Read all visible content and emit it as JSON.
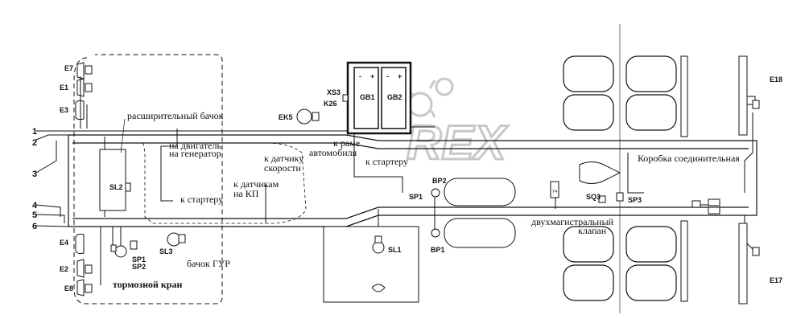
{
  "wires": [
    "1",
    "2",
    "3",
    "4",
    "5",
    "6"
  ],
  "left_components": {
    "e7": "E7",
    "e1": "E1",
    "e3": "E3",
    "ek5": "EK5",
    "e4": "E4",
    "e2": "E2",
    "e8": "E8",
    "sl2": "SL2",
    "sl3": "SL3",
    "sp1": "SP1",
    "sp2": "SP2"
  },
  "battery": {
    "gb1": "GB1",
    "gb2": "GB2",
    "xs3": "XS3",
    "k26": "K26",
    "plus": "+",
    "minus": "-"
  },
  "center": {
    "bp2": "BP2",
    "sp1_mid": "SP1",
    "bp1": "BP1",
    "sl1": "SL1",
    "y4": "Y4"
  },
  "right": {
    "sq3": "SQ3",
    "sp3": "SP3",
    "e18": "E18",
    "e17": "E17"
  },
  "captions": {
    "expansion_tank": "расширительный бачок",
    "to_engine": "на двигатель",
    "to_generator": "на генератор",
    "to_starter_left": "к стартеру",
    "to_speed_sensor_1": "к датчику",
    "to_speed_sensor_2": "скорости",
    "to_kp_sensors_1": "к датчикам",
    "to_kp_sensors_2": "на КП",
    "to_frame_1": "к раме",
    "to_frame_2": "автомобиля",
    "to_starter_mid": "к стартеру",
    "junction_box": "Коробка соединительная",
    "two_line_valve_1": "двухмагистральный",
    "two_line_valve_2": "клапан",
    "gur_tank": "бачок ГУР",
    "brake_valve": "тормозной кран"
  },
  "watermark": "REX",
  "colors": {
    "line": "#111111",
    "watermark": "#c8c8c8"
  }
}
